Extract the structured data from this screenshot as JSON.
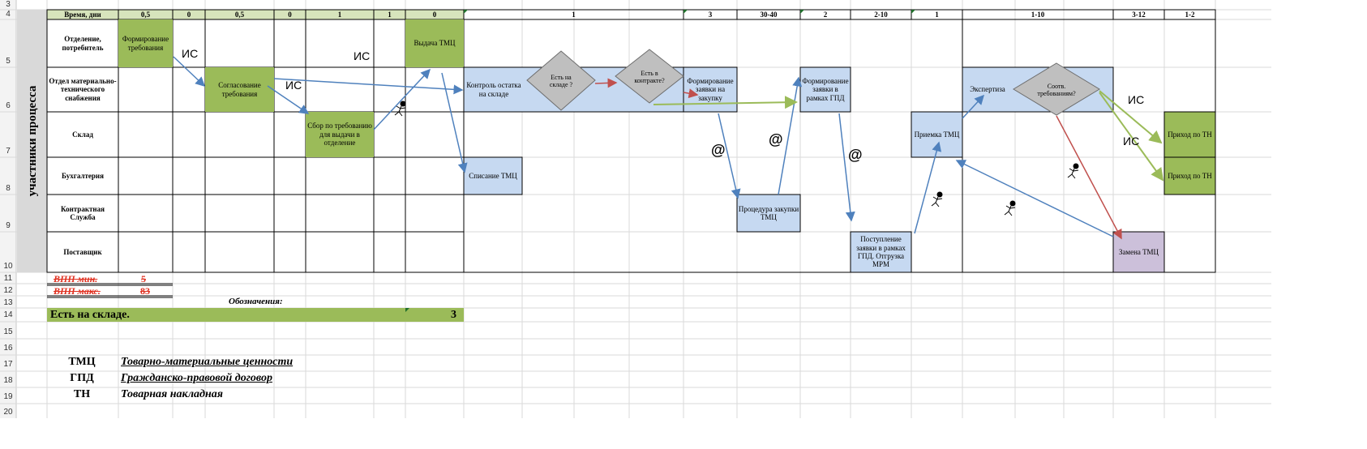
{
  "time_header": {
    "label": "Время, дни",
    "cells": [
      "0,5",
      "0",
      "0,5",
      "0",
      "1",
      "1",
      "0",
      "1",
      "3",
      "30-40",
      "2",
      "2-10",
      "1",
      "1-10",
      "3-12",
      "1-2"
    ]
  },
  "vertical_title": "участники процесса",
  "lanes": [
    "Отделение, потребитель",
    "Отдел материально-технического снабжения",
    "Склад",
    "Бухгалтерия",
    "Контрактная Служба",
    "Поставщик"
  ],
  "boxes": {
    "form_req": "Формирование требования",
    "agree_req": "Согласование требования",
    "collect": "Сбор по требованию для выдачи в отделение",
    "issue": "Выдача ТМЦ",
    "control": "Контроль остатка на складе",
    "writeoff": "Списание ТМЦ",
    "form_purchase": "Формирование заявки на закупку",
    "procedure": "Процедура закупки ТМЦ",
    "form_gpd": "Формирование заявки в рамках ГПД",
    "receipt_req": "Поступление заявки в рамках ГПД. Отгрузка МРМ",
    "accept": "Приемка ТМЦ",
    "expertise": "Экспертиза",
    "replace": "Замена ТМЦ",
    "income1": "Приход по ТН",
    "income2": "Приход по ТН"
  },
  "diamonds": {
    "in_stock": "Есть на складе ?",
    "in_contract": "Есть в контракте?",
    "match": "Соотв. требованиям?"
  },
  "markers": {
    "is": "ИС",
    "at": "@"
  },
  "vpp": {
    "min_label": "ВПП мин.",
    "min_value": "5",
    "max_label": "ВПП макс.",
    "max_value": "83"
  },
  "notation_label": "Обозначения:",
  "status_bar": {
    "text": "Есть на складе.",
    "value": "3"
  },
  "legend": [
    {
      "abbr": "ТМЦ",
      "definition": "Товарно-материальные ценности"
    },
    {
      "abbr": "ГПД",
      "definition": "Гражданско-правовой договор"
    },
    {
      "abbr": "ТН",
      "definition": "Товарная накладная"
    }
  ],
  "row_numbers": [
    "3",
    "4",
    "5",
    "6",
    "7",
    "8",
    "9",
    "10",
    "11",
    "12",
    "13",
    "14",
    "15",
    "16",
    "17",
    "18",
    "19",
    "20"
  ],
  "colors": {
    "green": "#9bbb59",
    "light_green": "#d7e4bc",
    "blue_box": "#c6d9f1",
    "purple_box": "#ccc0da",
    "arrow_blue": "#4f81bd",
    "arrow_red": "#c0504d",
    "arrow_green": "#9bbb59",
    "diamond": "#bfbfbf"
  }
}
